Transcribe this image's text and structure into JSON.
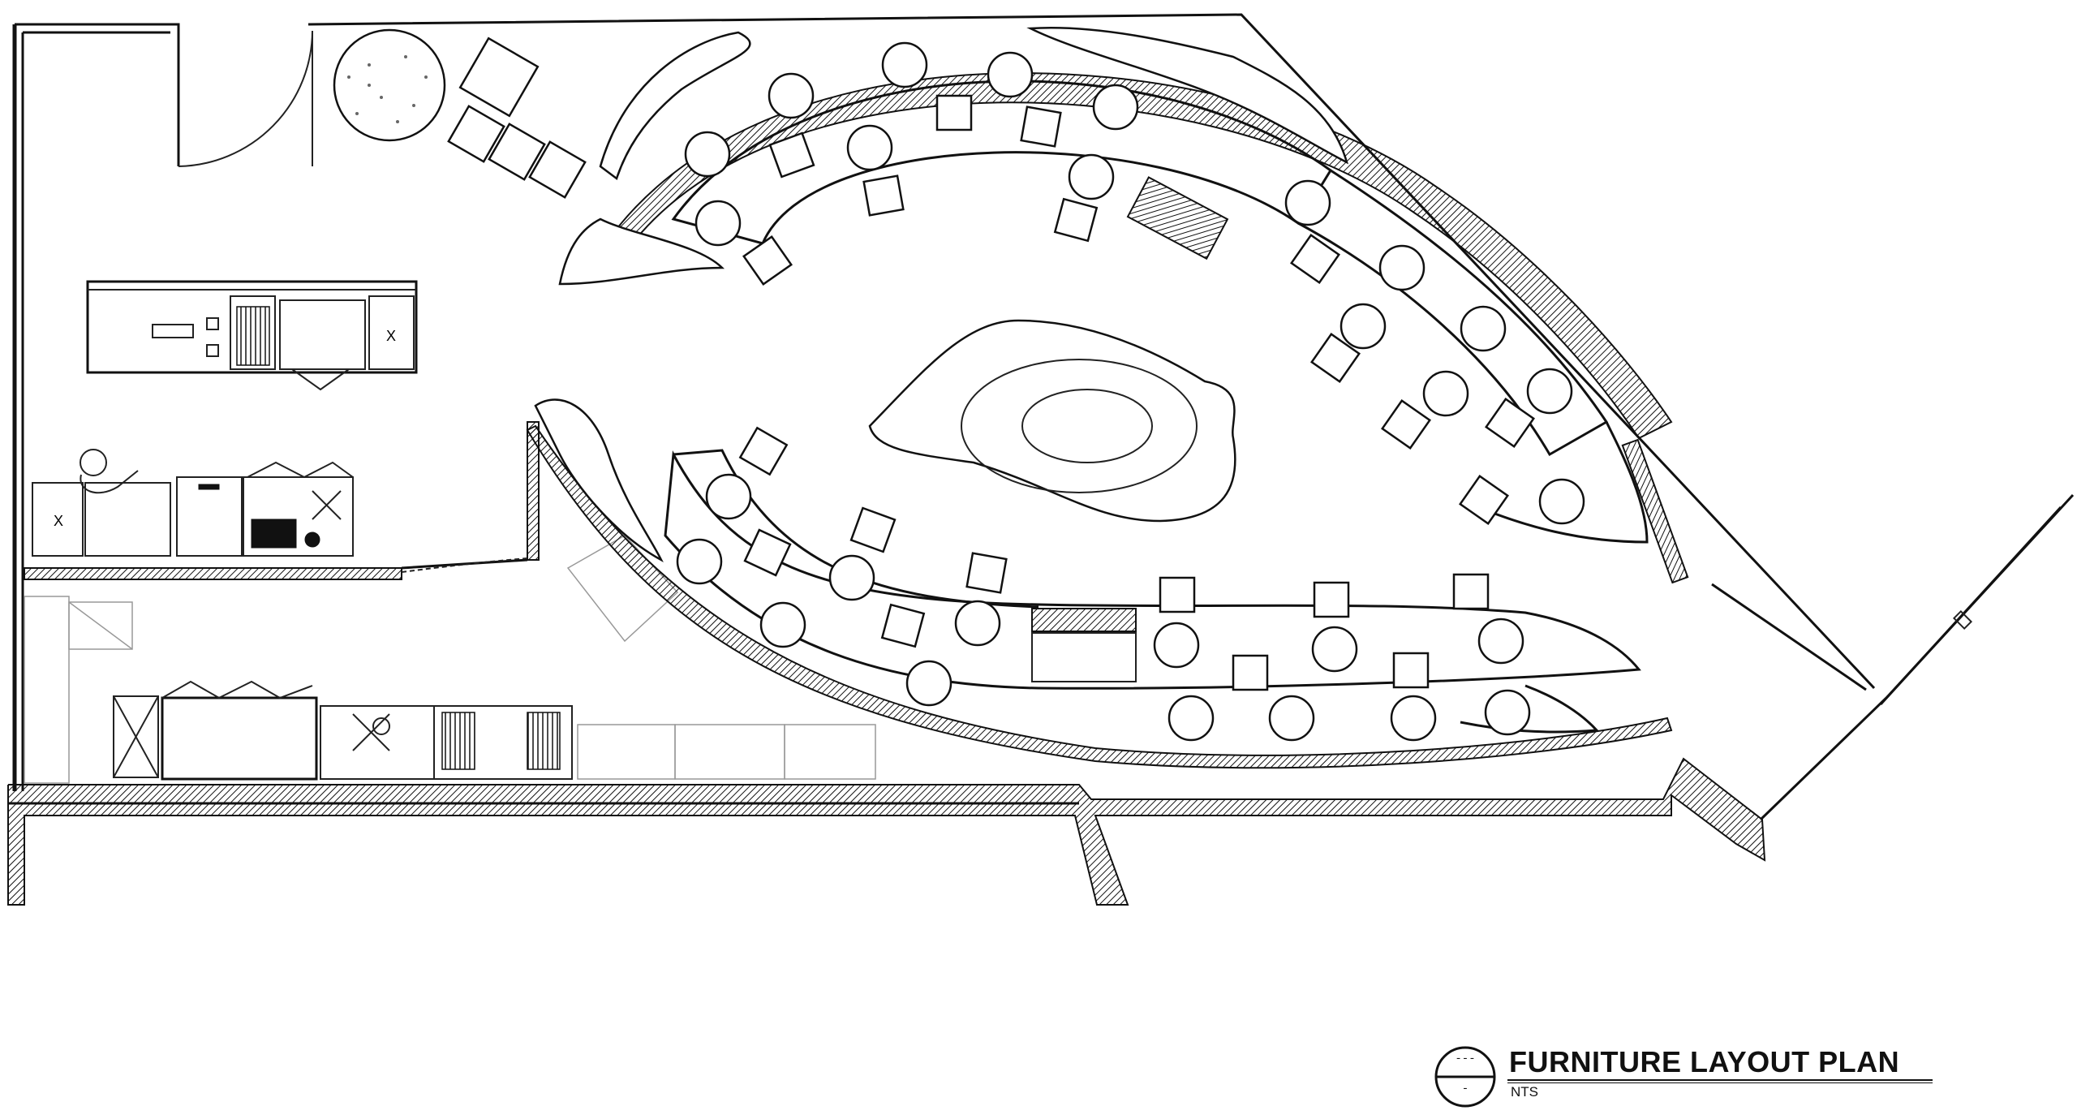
{
  "drawing": {
    "title": "FURNITURE LAYOUT PLAN",
    "scale": "NTS",
    "section_number": "---",
    "section_sheet": "-"
  },
  "legend_marks": {
    "equipment_x": "X"
  }
}
